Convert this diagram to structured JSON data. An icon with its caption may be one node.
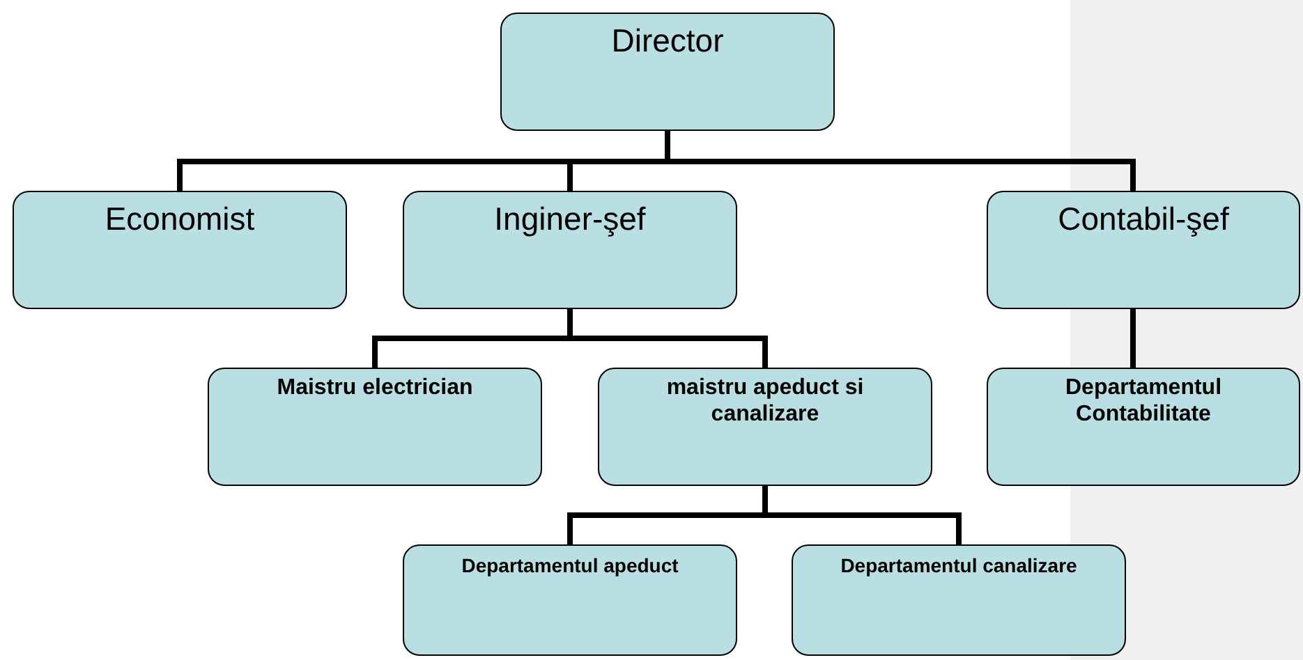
{
  "diagram": {
    "nodes": [
      {
        "text": [
          "Director"
        ]
      },
      {
        "text": [
          "Economist"
        ]
      },
      {
        "text": [
          "Inginer-şef"
        ]
      },
      {
        "text": [
          "Contabil-şef"
        ]
      },
      {
        "text": [
          "Maistru electrician"
        ]
      },
      {
        "text": [
          "maistru apeduct si canalizare"
        ]
      },
      {
        "text": [
          "Departamentul Contabilitate"
        ]
      },
      {
        "text": [
          "Departamentul apeduct"
        ]
      },
      {
        "text": [
          "Departamentul canalizare"
        ]
      }
    ],
    "edges": [
      {
        "from": 0,
        "to": 1,
        "arrow": "none"
      },
      {
        "from": 0,
        "to": 2,
        "arrow": "none"
      },
      {
        "from": 0,
        "to": 3,
        "arrow": "none"
      },
      {
        "from": 2,
        "to": 4,
        "arrow": "none"
      },
      {
        "from": 2,
        "to": 5,
        "arrow": "none"
      },
      {
        "from": 3,
        "to": 6,
        "arrow": "none"
      },
      {
        "from": 5,
        "to": 7,
        "arrow": "none"
      },
      {
        "from": 5,
        "to": 8,
        "arrow": "none"
      }
    ]
  }
}
